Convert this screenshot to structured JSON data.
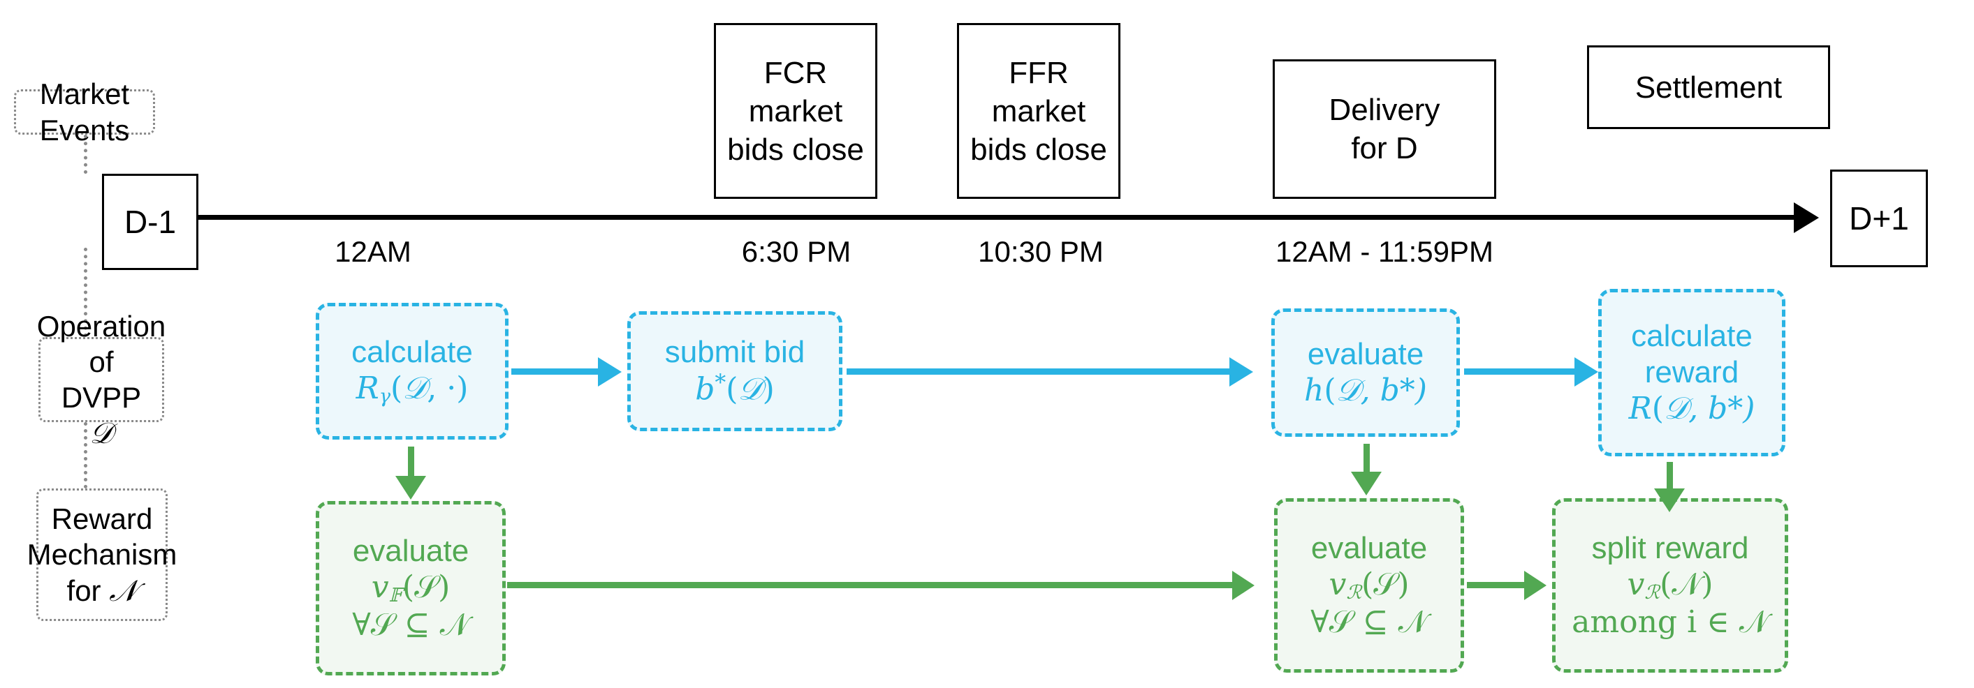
{
  "lanes": [
    {
      "id": "market-events",
      "label": "Market Events"
    },
    {
      "id": "operation-dvpp",
      "label_line1": "Operation",
      "label_line2": "of DVPP ᵉ"
    },
    {
      "id": "reward-mechanism",
      "label_line1": "Reward",
      "label_line2": "Mechanism",
      "label_line3": "for 𝒩"
    }
  ],
  "lane_text": {
    "market_events": "Market Events",
    "operation_l1": "Operation",
    "operation_l2_prefix": "of DVPP ",
    "operation_l2_symbol": "𝒟",
    "reward_l1": "Reward",
    "reward_l2": "Mechanism",
    "reward_l3_prefix": "for ",
    "reward_l3_symbol": "𝒩"
  },
  "timeline": {
    "start_marker": "D-1",
    "end_marker": "D+1",
    "events": [
      {
        "id": "fcr",
        "line1": "FCR",
        "line2": "market",
        "line3": "bids close"
      },
      {
        "id": "ffr",
        "line1": "FFR",
        "line2": "market",
        "line3": "bids close"
      },
      {
        "id": "delivery",
        "line1": "Delivery",
        "line2": "for D",
        "line3": ""
      },
      {
        "id": "settlement",
        "line1": "Settlement",
        "line2": "",
        "line3": ""
      }
    ],
    "time_labels": [
      {
        "id": "t-12am",
        "text": "12AM"
      },
      {
        "id": "t-630pm",
        "text": "6:30 PM"
      },
      {
        "id": "t-1030pm",
        "text": "10:30 PM"
      },
      {
        "id": "t-delivery-window",
        "text": "12AM - 11:59PM"
      }
    ]
  },
  "operation_nodes": [
    {
      "id": "calculate-rgamma",
      "text": "calculate",
      "math_prefix": "R",
      "math_sub": "γ",
      "math_rest_open": "(",
      "math_symbol": "𝒟",
      "math_rest_close": ", ·)"
    },
    {
      "id": "submit-bid",
      "text": "submit bid",
      "math_prefix": "b",
      "math_sup": "*",
      "math_rest_open": "(",
      "math_symbol": "𝒟",
      "math_rest_close": ")"
    },
    {
      "id": "evaluate-h",
      "text": "evaluate",
      "math_prefix": "h",
      "math_rest_open": "(",
      "math_symbol": "𝒟",
      "math_rest_close": ", b*)"
    },
    {
      "id": "calculate-reward",
      "text_line1": "calculate",
      "text_line2": "reward",
      "math_prefix": "R",
      "math_rest_open": "(",
      "math_symbol": "𝒟",
      "math_rest_close": ", b*)"
    }
  ],
  "reward_nodes": [
    {
      "id": "evaluate-vF",
      "text": "evaluate",
      "math_v": "v",
      "math_sub": "𝔽",
      "math_arg": "(𝒮)",
      "math_quant": "∀𝒮 ⊆ 𝒩"
    },
    {
      "id": "evaluate-vR",
      "text": "evaluate",
      "math_v": "v",
      "math_sub": "ℛ",
      "math_arg": "(𝒮)",
      "math_quant": "∀𝒮 ⊆ 𝒩"
    },
    {
      "id": "split-reward",
      "text": "split reward",
      "math_v": "v",
      "math_sub": "ℛ",
      "math_arg": "(𝒩)",
      "math_quant": "among i ∈ 𝒩"
    }
  ],
  "colors": {
    "blue": "#29b3e3",
    "blue_fill": "#edf8fc",
    "green": "#52a852",
    "green_fill": "#f2f8f2",
    "black": "#000000",
    "dotted_grey": "#8a8a8a"
  }
}
